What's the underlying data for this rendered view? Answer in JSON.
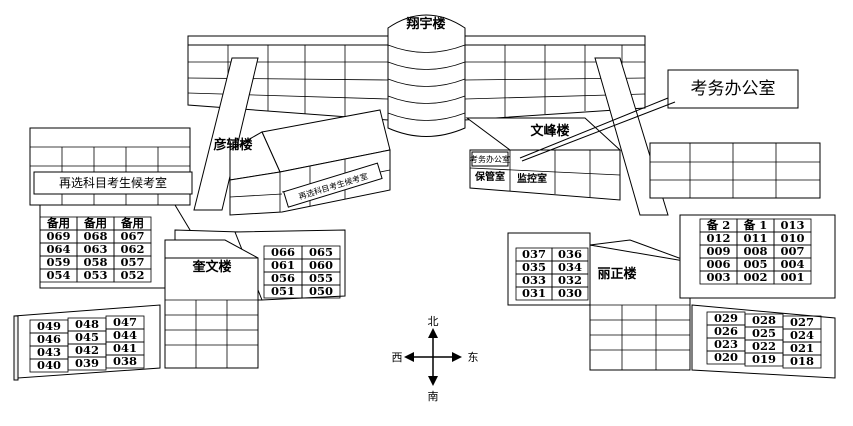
{
  "buildings": {
    "xiangyu": "翔宇楼",
    "yanfu": "彦辅楼",
    "wenfeng": "文峰楼",
    "kuiwen": "奎文楼",
    "lizheng": "丽正楼"
  },
  "callout": {
    "text": "考务办公室"
  },
  "rooms_special": {
    "reselect_left": "再选科目考生候考室",
    "reselect_slanted": "再选科目考生候考室",
    "exam_office_small": "考务办公室",
    "storage": "保管室",
    "monitor": "监控室"
  },
  "compass": {
    "north": "北",
    "south": "南",
    "east": "东",
    "west": "西"
  },
  "kuiwen_left_rows": [
    [
      "备用",
      "备用",
      "备用"
    ],
    [
      "069",
      "068",
      "067"
    ],
    [
      "064",
      "063",
      "062"
    ],
    [
      "059",
      "058",
      "057"
    ],
    [
      "054",
      "053",
      "052"
    ]
  ],
  "kuiwen_right_rows": [
    [
      "066",
      "065"
    ],
    [
      "061",
      "060"
    ],
    [
      "056",
      "055"
    ],
    [
      "051",
      "050"
    ]
  ],
  "kuiwen_lower_rows": [
    [
      "049",
      "048",
      "047"
    ],
    [
      "046",
      "045",
      "044"
    ],
    [
      "043",
      "042",
      "041"
    ],
    [
      "040",
      "039",
      "038"
    ]
  ],
  "lizheng_left_rows": [
    [
      "037",
      "036"
    ],
    [
      "035",
      "034"
    ],
    [
      "033",
      "032"
    ],
    [
      "031",
      "030"
    ]
  ],
  "lizheng_right_rows": [
    [
      "备 2",
      "备 1",
      "013"
    ],
    [
      "012",
      "011",
      "010"
    ],
    [
      "009",
      "008",
      "007"
    ],
    [
      "006",
      "005",
      "004"
    ],
    [
      "003",
      "002",
      "001"
    ]
  ],
  "lizheng_lower_rows": [
    [
      "029",
      "028",
      "027"
    ],
    [
      "026",
      "025",
      "024"
    ],
    [
      "023",
      "022",
      "021"
    ],
    [
      "020",
      "019",
      "018"
    ]
  ]
}
